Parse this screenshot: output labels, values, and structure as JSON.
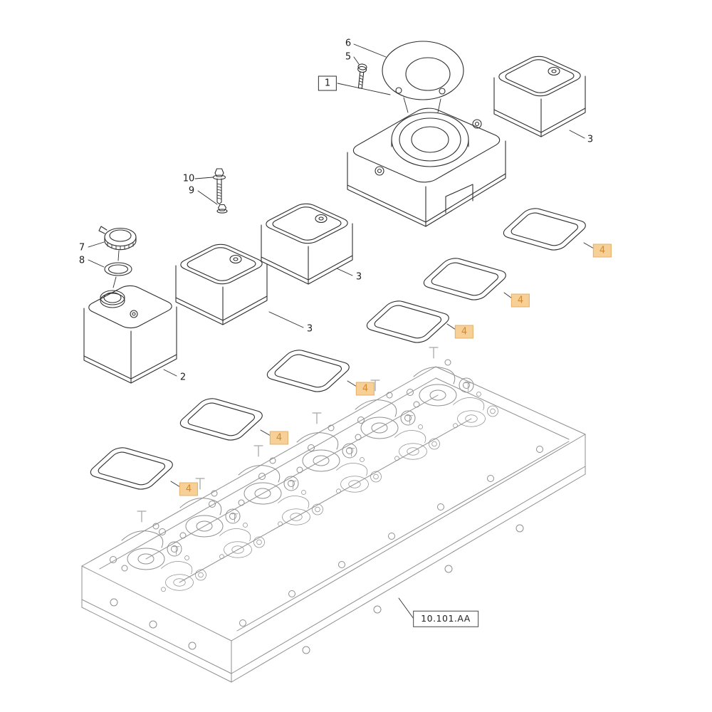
{
  "diagram": {
    "type": "exploded-parts-diagram",
    "labels": {
      "item1": "1",
      "item2": "2",
      "item3": "3",
      "item4": "4",
      "item5": "5",
      "item6": "6",
      "item7": "7",
      "item8": "8",
      "item9": "9",
      "item10": "10"
    },
    "highlighted_callout": {
      "label": "4",
      "occurrences": 6
    },
    "parts_shown": [
      "1",
      "2",
      "3",
      "4",
      "5",
      "6",
      "7",
      "8",
      "9",
      "10"
    ],
    "reference": "10.101.AA"
  },
  "colors": {
    "line": "#2e2e2e",
    "line-light": "#8f8f8f",
    "badge-bg": "#f6d096",
    "badge-border": "#e5b06a",
    "badge-text": "#cf8a32",
    "label-text": "#1d1d1d",
    "bg": "#ffffff"
  }
}
